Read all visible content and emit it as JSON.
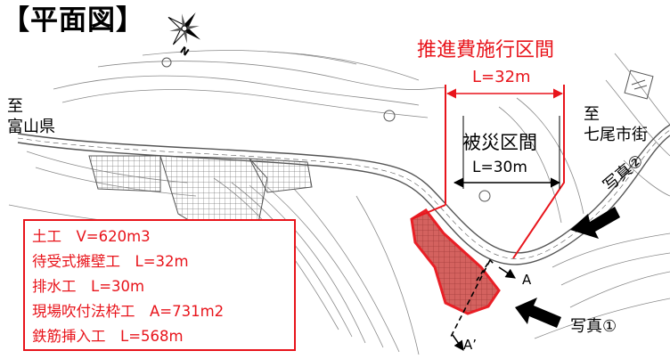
{
  "title": "【平面図】",
  "north_mark": "N",
  "toward_left": "至\n富山県",
  "toward_right": "至\n七尾市街",
  "jacking_section": {
    "label": "推進費施行区間",
    "length": "L=32m"
  },
  "damaged_section": {
    "label": "被災区間",
    "length": "L=30m"
  },
  "photos": [
    "写真①",
    "写真②"
  ],
  "section_marks": [
    "A",
    "A’"
  ],
  "works": [
    "土工　V=620m3",
    "待受式擁壁工　L=32m",
    "排水工　L=30m",
    "現場吹付法枠工　A=731m2",
    "鉄筋挿入工　L=568m"
  ],
  "colors": {
    "accent": "#e8141b",
    "damage_fill": "#c0504d",
    "linework": "#555555"
  }
}
